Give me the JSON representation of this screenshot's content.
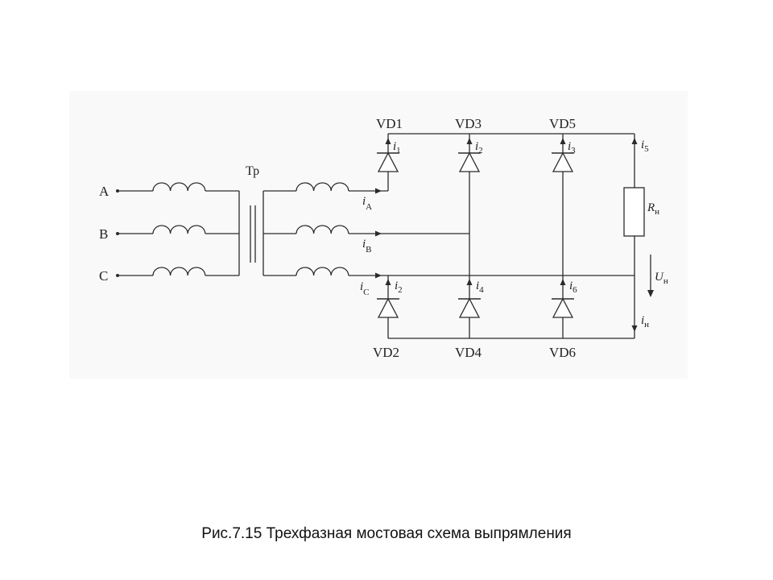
{
  "diagram": {
    "phase_labels": [
      "A",
      "B",
      "C"
    ],
    "transformer_label": "Тр",
    "diodes_top": [
      "VD1",
      "VD3",
      "VD5"
    ],
    "diodes_bottom": [
      "VD2",
      "VD4",
      "VD6"
    ],
    "currents_top": [
      {
        "sym": "i",
        "sub": "1"
      },
      {
        "sym": "i",
        "sub": "2"
      },
      {
        "sym": "i",
        "sub": "3"
      }
    ],
    "currents_bottom": [
      {
        "sym": "i",
        "sub": "2"
      },
      {
        "sym": "i",
        "sub": "4"
      },
      {
        "sym": "i",
        "sub": "6"
      }
    ],
    "phase_currents": [
      {
        "sym": "i",
        "sub": "A"
      },
      {
        "sym": "i",
        "sub": "B"
      },
      {
        "sym": "i",
        "sub": "C"
      }
    ],
    "load_current_top": {
      "sym": "i",
      "sub": "5"
    },
    "load_current_bottom": {
      "sym": "i",
      "sub": "н"
    },
    "load_resistor": {
      "sym": "R",
      "sub": "н"
    },
    "load_voltage": {
      "sym": "U",
      "sub": "н"
    }
  },
  "caption": "Рис.7.15 Трехфазная мостовая схема выпрямления"
}
